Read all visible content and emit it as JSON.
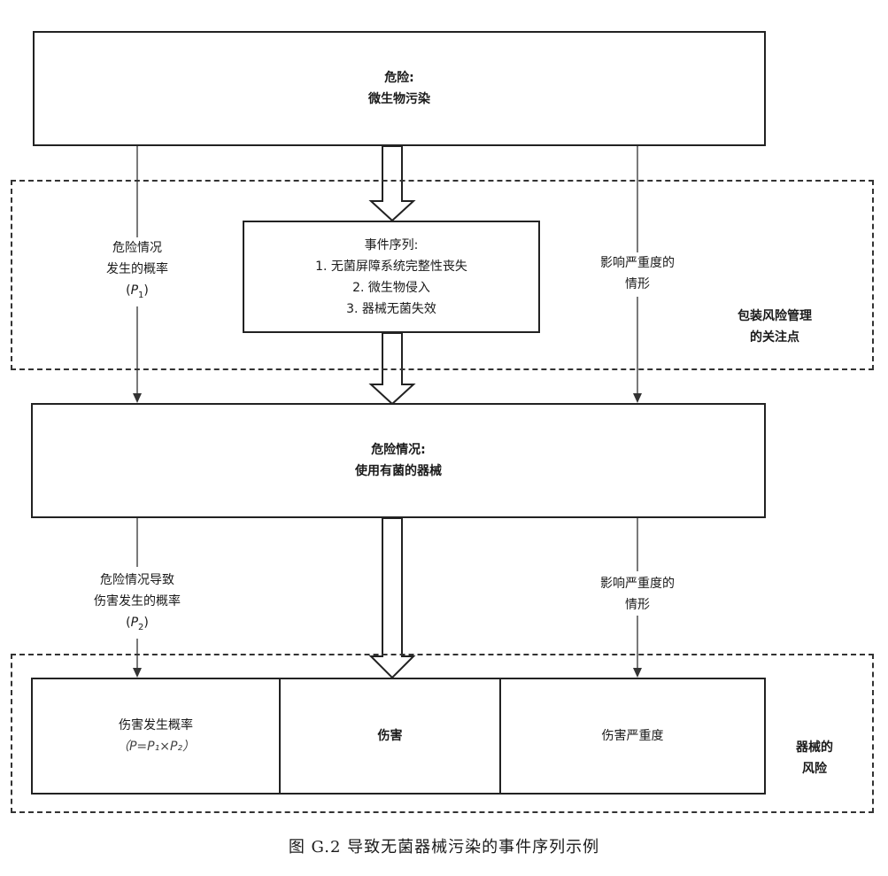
{
  "hazard_box": {
    "line1": "危险:",
    "line2": "微生物污染"
  },
  "sequence_box": {
    "title": "事件序列:",
    "items": [
      "1. 无菌屏障系统完整性丧失",
      "2. 微生物侵入",
      "3. 器械无菌失效"
    ]
  },
  "left_label_1": {
    "line1": "危险情况",
    "line2": "发生的概率",
    "p": "P",
    "sub": "1"
  },
  "right_label_1": {
    "line1": "影响严重度的",
    "line2": "情形"
  },
  "packaging_focus": {
    "line1": "包装风险管理",
    "line2": "的关注点"
  },
  "hazardous_situation_box": {
    "line1": "危险情况:",
    "line2": "使用有菌的器械"
  },
  "left_label_2": {
    "line1": "危险情况导致",
    "line2": "伤害发生的概率",
    "p": "P",
    "sub": "2"
  },
  "right_label_2": {
    "line1": "影响严重度的",
    "line2": "情形"
  },
  "bottom_cells": {
    "probability": {
      "line1": "伤害发生概率",
      "formula": "（P=P₁×P₂）"
    },
    "harm": "伤害",
    "severity": "伤害严重度"
  },
  "device_risk": {
    "line1": "器械的",
    "line2": "风险"
  },
  "caption": "图 G.2   导致无菌器械污染的事件序列示例"
}
